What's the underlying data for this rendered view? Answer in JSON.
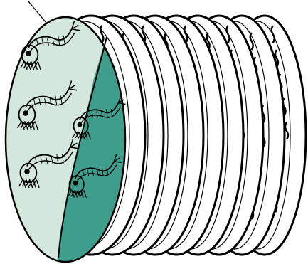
{
  "diagram": {
    "colors": {
      "front_left_fill": "#d3e7dd",
      "front_right_fill": "#3e9e8b",
      "outline": "#000000",
      "disk_fill": "#ffffff"
    },
    "icons": {
      "stack": "stacked-disks",
      "organism": "shrimp-like-creature"
    },
    "organism_counts": {
      "left_panel": 3,
      "right_panel": 2
    }
  }
}
